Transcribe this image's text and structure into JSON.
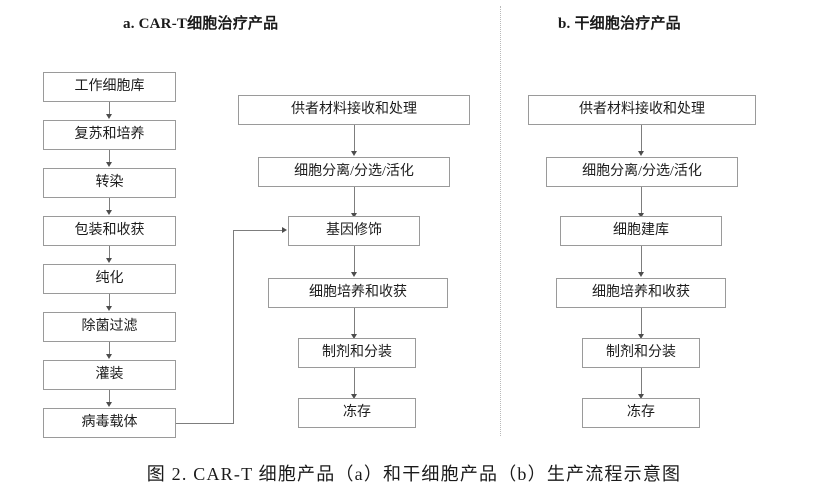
{
  "figure": {
    "caption": "图 2.  CAR-T 细胞产品（a）和干细胞产品（b）生产流程示意图"
  },
  "panels": [
    {
      "id": "panel-a",
      "title": "a. CAR-T细胞治疗产品",
      "columns": [
        {
          "id": "vector-column",
          "nodes": [
            {
              "label": "工作细胞库"
            },
            {
              "label": "复苏和培养"
            },
            {
              "label": "转染"
            },
            {
              "label": "包装和收获"
            },
            {
              "label": "纯化"
            },
            {
              "label": "除菌过滤"
            },
            {
              "label": "灌装"
            },
            {
              "label": "病毒载体"
            }
          ]
        },
        {
          "id": "cell-column",
          "nodes": [
            {
              "label": "供者材料接收和处理"
            },
            {
              "label": "细胞分离/分选/活化"
            },
            {
              "label": "基因修饰"
            },
            {
              "label": "细胞培养和收获"
            },
            {
              "label": "制剂和分装"
            },
            {
              "label": "冻存"
            }
          ]
        }
      ],
      "cross_link": {
        "from": "病毒载体",
        "to": "基因修饰"
      }
    },
    {
      "id": "panel-b",
      "title": "b. 干细胞治疗产品",
      "columns": [
        {
          "id": "stem-column",
          "nodes": [
            {
              "label": "供者材料接收和处理"
            },
            {
              "label": "细胞分离/分选/活化"
            },
            {
              "label": "细胞建库"
            },
            {
              "label": "细胞培养和收获"
            },
            {
              "label": "制剂和分装"
            },
            {
              "label": "冻存"
            }
          ]
        }
      ]
    }
  ],
  "colors": {
    "box_border": "#9a9a9a",
    "connector": "#7d7d7d",
    "divider": "#b9b9b9",
    "text": "#1c1c1c",
    "background": "#ffffff"
  }
}
